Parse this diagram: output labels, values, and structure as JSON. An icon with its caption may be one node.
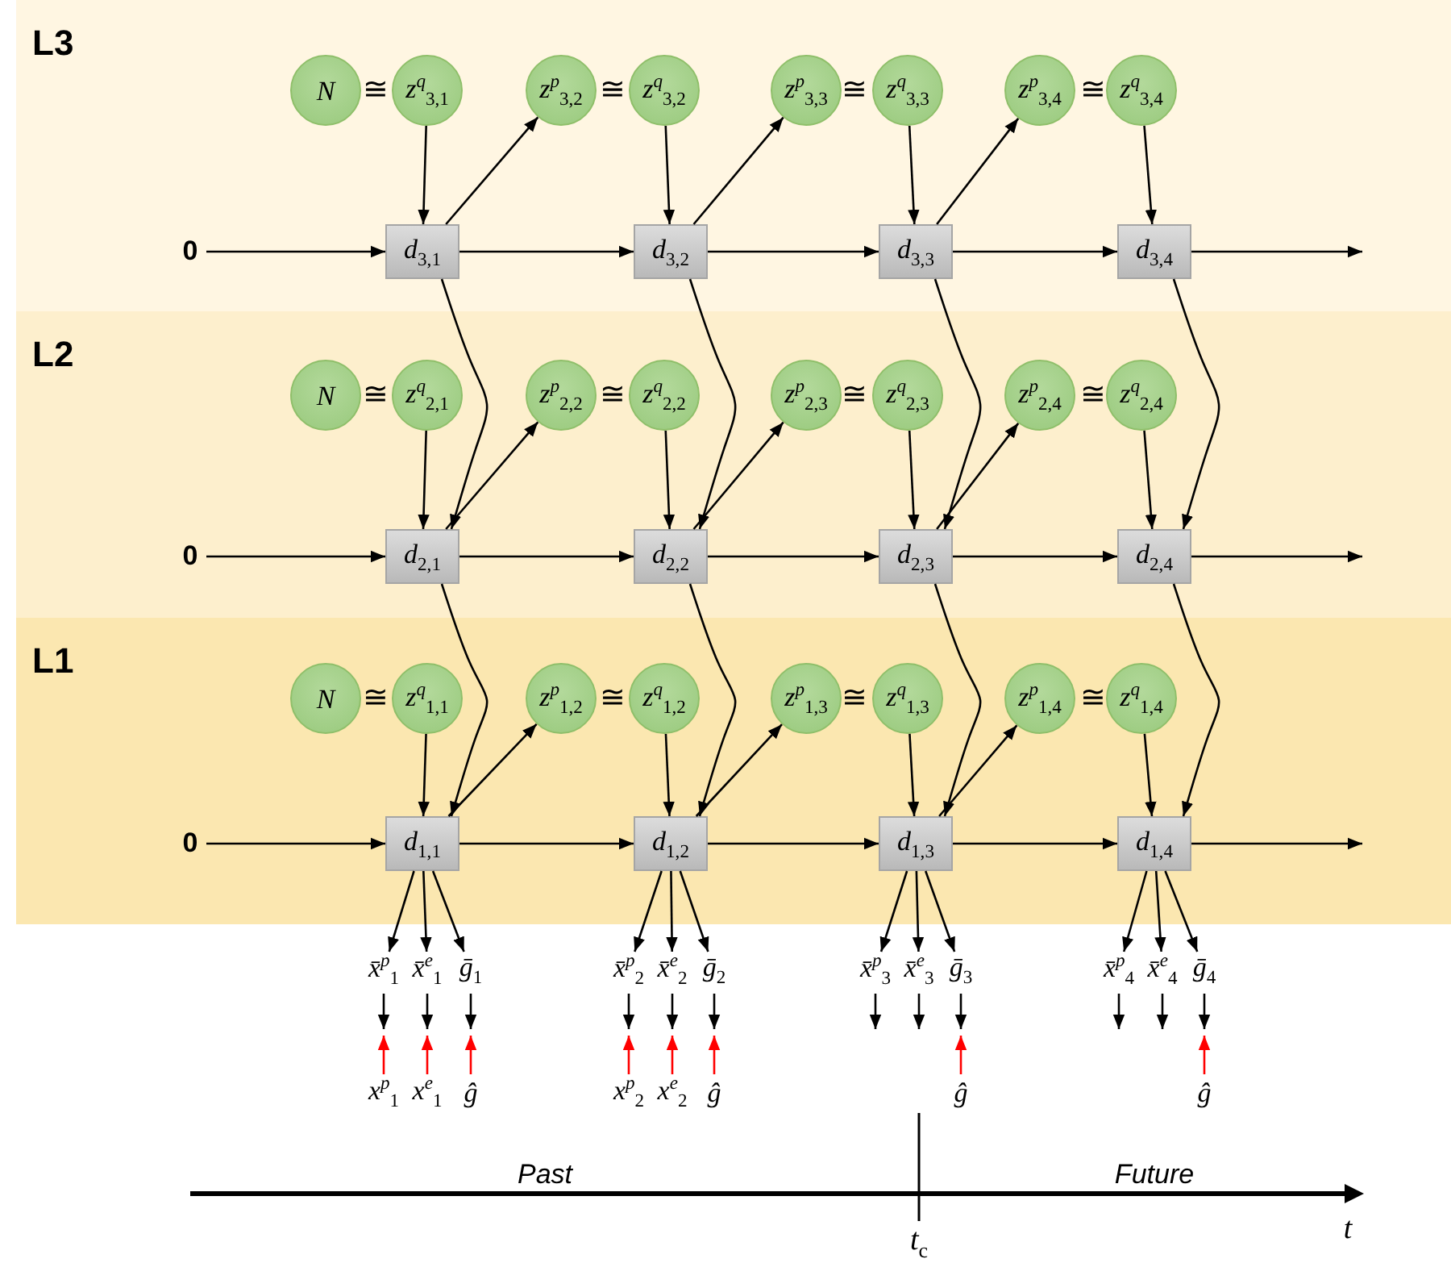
{
  "diagram": {
    "nodes": [
      {
        "text": [
          "L3"
        ]
      },
      {
        "text": [
          "N"
        ],
        "in": 0
      },
      {
        "text": [
          "z$^{q}$$_{3,1}$"
        ],
        "in": 0
      },
      {
        "text": [
          "z$^{p}$$_{3,2}$"
        ],
        "in": 0
      },
      {
        "text": [
          "z$^{q}$$_{3,2}$"
        ],
        "in": 0
      },
      {
        "text": [
          "z$^{p}$$_{3,3}$"
        ],
        "in": 0
      },
      {
        "text": [
          "z$^{q}$$_{3,3}$"
        ],
        "in": 0
      },
      {
        "text": [
          "z$^{p}$$_{3,4}$"
        ],
        "in": 0
      },
      {
        "text": [
          "z$^{q}$$_{3,4}$"
        ],
        "in": 0
      },
      {
        "text": [
          "0"
        ],
        "in": 0
      },
      {
        "text": [
          "d$_{3,1}$"
        ],
        "in": 0
      },
      {
        "text": [
          "d$_{3,2}$"
        ],
        "in": 0
      },
      {
        "text": [
          "d$_{3,3}$"
        ],
        "in": 0
      },
      {
        "text": [
          "d$_{3,4}$"
        ],
        "in": 0
      },
      {
        "text": [
          "L2"
        ]
      },
      {
        "text": [
          "N"
        ],
        "in": 14
      },
      {
        "text": [
          "z$^{q}$$_{2,1}$"
        ],
        "in": 14
      },
      {
        "text": [
          "z$^{p}$$_{2,2}$"
        ],
        "in": 14
      },
      {
        "text": [
          "z$^{q}$$_{2,2}$"
        ],
        "in": 14
      },
      {
        "text": [
          "z$^{p}$$_{2,3}$"
        ],
        "in": 14
      },
      {
        "text": [
          "z$^{q}$$_{2,3}$"
        ],
        "in": 14
      },
      {
        "text": [
          "z$^{p}$$_{2,4}$"
        ],
        "in": 14
      },
      {
        "text": [
          "z$^{q}$$_{2,4}$"
        ],
        "in": 14
      },
      {
        "text": [
          "0"
        ],
        "in": 14
      },
      {
        "text": [
          "d$_{2,1}$"
        ],
        "in": 14
      },
      {
        "text": [
          "d$_{2,2}$"
        ],
        "in": 14
      },
      {
        "text": [
          "d$_{2,3}$"
        ],
        "in": 14
      },
      {
        "text": [
          "d$_{2,4}$"
        ],
        "in": 14
      },
      {
        "text": [
          "L1"
        ]
      },
      {
        "text": [
          "N"
        ],
        "in": 28
      },
      {
        "text": [
          "z$^{q}$$_{1,1}$"
        ],
        "in": 28
      },
      {
        "text": [
          "z$^{p}$$_{1,2}$"
        ],
        "in": 28
      },
      {
        "text": [
          "z$^{q}$$_{1,2}$"
        ],
        "in": 28
      },
      {
        "text": [
          "z$^{p}$$_{1,3}$"
        ],
        "in": 28
      },
      {
        "text": [
          "z$^{q}$$_{1,3}$"
        ],
        "in": 28
      },
      {
        "text": [
          "z$^{p}$$_{1,4}$"
        ],
        "in": 28
      },
      {
        "text": [
          "z$^{q}$$_{1,4}$"
        ],
        "in": 28
      },
      {
        "text": [
          "0"
        ],
        "in": 28
      },
      {
        "text": [
          "d$_{1,1}$"
        ],
        "in": 28
      },
      {
        "text": [
          "d$_{1,2}$"
        ],
        "in": 28
      },
      {
        "text": [
          "d$_{1,3}$"
        ],
        "in": 28
      },
      {
        "text": [
          "d$_{1,4}$"
        ],
        "in": 28
      },
      {
        "text": [
          "x̄$^{p}$$_{1}$"
        ]
      },
      {
        "text": [
          "x̄$^{e}$$_{1}$"
        ]
      },
      {
        "text": [
          "ḡ$_{1}$"
        ]
      },
      {
        "text": [
          "x̄$^{p}$$_{2}$"
        ]
      },
      {
        "text": [
          "x̄$^{e}$$_{2}$"
        ]
      },
      {
        "text": [
          "ḡ$_{2}$"
        ]
      },
      {
        "text": [
          "x̄$^{p}$$_{3}$"
        ]
      },
      {
        "text": [
          "x̄$^{e}$$_{3}$"
        ]
      },
      {
        "text": [
          "ḡ$_{3}$"
        ]
      },
      {
        "text": [
          "x̄$^{p}$$_{4}$"
        ]
      },
      {
        "text": [
          "x̄$^{e}$$_{4}$"
        ]
      },
      {
        "text": [
          "ḡ$_{4}$"
        ]
      },
      {
        "text": [
          "x$^{p}$$_{1}$"
        ]
      },
      {
        "text": [
          "x$^{e}$$_{1}$"
        ]
      },
      {
        "text": [
          "ĝ"
        ]
      },
      {
        "text": [
          "x$^{p}$$_{2}$"
        ]
      },
      {
        "text": [
          "x$^{e}$$_{2}$"
        ]
      },
      {
        "text": [
          "ĝ"
        ]
      },
      {
        "text": [
          "ĝ"
        ]
      },
      {
        "text": [
          "ĝ"
        ]
      }
    ],
    "edges": [
      {
        "from": 9,
        "to": 10,
        "arrow": "to"
      },
      {
        "from": 10,
        "to": 11,
        "arrow": "to"
      },
      {
        "from": 11,
        "to": 12,
        "arrow": "to"
      },
      {
        "from": 12,
        "to": 13,
        "arrow": "to"
      },
      {
        "from": 13,
        "to": null,
        "arrow": "to"
      },
      {
        "from": 2,
        "to": 10,
        "arrow": "to"
      },
      {
        "from": 4,
        "to": 11,
        "arrow": "to"
      },
      {
        "from": 6,
        "to": 12,
        "arrow": "to"
      },
      {
        "from": 8,
        "to": 13,
        "arrow": "to"
      },
      {
        "from": 10,
        "to": 3,
        "arrow": "to"
      },
      {
        "from": 11,
        "to": 5,
        "arrow": "to"
      },
      {
        "from": 12,
        "to": 7,
        "arrow": "to"
      },
      {
        "from": 10,
        "to": 24,
        "arrow": "to"
      },
      {
        "from": 11,
        "to": 25,
        "arrow": "to"
      },
      {
        "from": 12,
        "to": 26,
        "arrow": "to"
      },
      {
        "from": 13,
        "to": 27,
        "arrow": "to"
      },
      {
        "from": 23,
        "to": 24,
        "arrow": "to"
      },
      {
        "from": 24,
        "to": 25,
        "arrow": "to"
      },
      {
        "from": 25,
        "to": 26,
        "arrow": "to"
      },
      {
        "from": 26,
        "to": 27,
        "arrow": "to"
      },
      {
        "from": 27,
        "to": null,
        "arrow": "to"
      },
      {
        "from": 16,
        "to": 24,
        "arrow": "to"
      },
      {
        "from": 18,
        "to": 25,
        "arrow": "to"
      },
      {
        "from": 20,
        "to": 26,
        "arrow": "to"
      },
      {
        "from": 22,
        "to": 27,
        "arrow": "to"
      },
      {
        "from": 24,
        "to": 17,
        "arrow": "to"
      },
      {
        "from": 25,
        "to": 19,
        "arrow": "to"
      },
      {
        "from": 26,
        "to": 21,
        "arrow": "to"
      },
      {
        "from": 24,
        "to": 38,
        "arrow": "to"
      },
      {
        "from": 25,
        "to": 39,
        "arrow": "to"
      },
      {
        "from": 26,
        "to": 40,
        "arrow": "to"
      },
      {
        "from": 27,
        "to": 41,
        "arrow": "to"
      },
      {
        "from": 37,
        "to": 38,
        "arrow": "to"
      },
      {
        "from": 38,
        "to": 39,
        "arrow": "to"
      },
      {
        "from": 39,
        "to": 40,
        "arrow": "to"
      },
      {
        "from": 40,
        "to": 41,
        "arrow": "to"
      },
      {
        "from": 41,
        "to": null,
        "arrow": "to"
      },
      {
        "from": 30,
        "to": 38,
        "arrow": "to"
      },
      {
        "from": 32,
        "to": 39,
        "arrow": "to"
      },
      {
        "from": 34,
        "to": 40,
        "arrow": "to"
      },
      {
        "from": 36,
        "to": 41,
        "arrow": "to"
      },
      {
        "from": 38,
        "to": 31,
        "arrow": "to"
      },
      {
        "from": 39,
        "to": 33,
        "arrow": "to"
      },
      {
        "from": 40,
        "to": 35,
        "arrow": "to"
      },
      {
        "from": 38,
        "to": 42,
        "arrow": "to"
      },
      {
        "from": 38,
        "to": 43,
        "arrow": "to"
      },
      {
        "from": 38,
        "to": 44,
        "arrow": "to"
      },
      {
        "from": 39,
        "to": 45,
        "arrow": "to"
      },
      {
        "from": 39,
        "to": 46,
        "arrow": "to"
      },
      {
        "from": 39,
        "to": 47,
        "arrow": "to"
      },
      {
        "from": 40,
        "to": 48,
        "arrow": "to"
      },
      {
        "from": 40,
        "to": 49,
        "arrow": "to"
      },
      {
        "from": 40,
        "to": 50,
        "arrow": "to"
      },
      {
        "from": 41,
        "to": 51,
        "arrow": "to"
      },
      {
        "from": 41,
        "to": 52,
        "arrow": "to"
      },
      {
        "from": 41,
        "to": 53,
        "arrow": "to"
      },
      {
        "from": 42,
        "to": null,
        "arrow": "to"
      },
      {
        "from": 43,
        "to": null,
        "arrow": "to"
      },
      {
        "from": 44,
        "to": null,
        "arrow": "to"
      },
      {
        "from": 45,
        "to": null,
        "arrow": "to"
      },
      {
        "from": 46,
        "to": null,
        "arrow": "to"
      },
      {
        "from": 47,
        "to": null,
        "arrow": "to"
      },
      {
        "from": 48,
        "to": null,
        "arrow": "to"
      },
      {
        "from": 49,
        "to": null,
        "arrow": "to"
      },
      {
        "from": 50,
        "to": null,
        "arrow": "to"
      },
      {
        "from": 51,
        "to": null,
        "arrow": "to"
      },
      {
        "from": 52,
        "to": null,
        "arrow": "to"
      },
      {
        "from": 53,
        "to": null,
        "arrow": "to"
      },
      {
        "from": 54,
        "to": null,
        "arrow": "to",
        "color": "#ff0000"
      },
      {
        "from": 55,
        "to": null,
        "arrow": "to",
        "color": "#ff0000"
      },
      {
        "from": 56,
        "to": null,
        "arrow": "to",
        "color": "#ff0000"
      },
      {
        "from": 57,
        "to": null,
        "arrow": "to",
        "color": "#ff0000"
      },
      {
        "from": 58,
        "to": null,
        "arrow": "to",
        "color": "#ff0000"
      },
      {
        "from": 59,
        "to": null,
        "arrow": "to",
        "color": "#ff0000"
      },
      {
        "from": 60,
        "to": null,
        "arrow": "to",
        "color": "#ff0000"
      },
      {
        "from": 61,
        "to": null,
        "arrow": "to",
        "color": "#ff0000"
      }
    ],
    "labels": [
      "≅",
      "≅",
      "≅",
      "≅",
      "≅",
      "≅",
      "≅",
      "≅",
      "≅",
      "≅",
      "≅",
      "≅",
      "Past",
      "Future",
      "t",
      "t$_{c}$"
    ]
  }
}
